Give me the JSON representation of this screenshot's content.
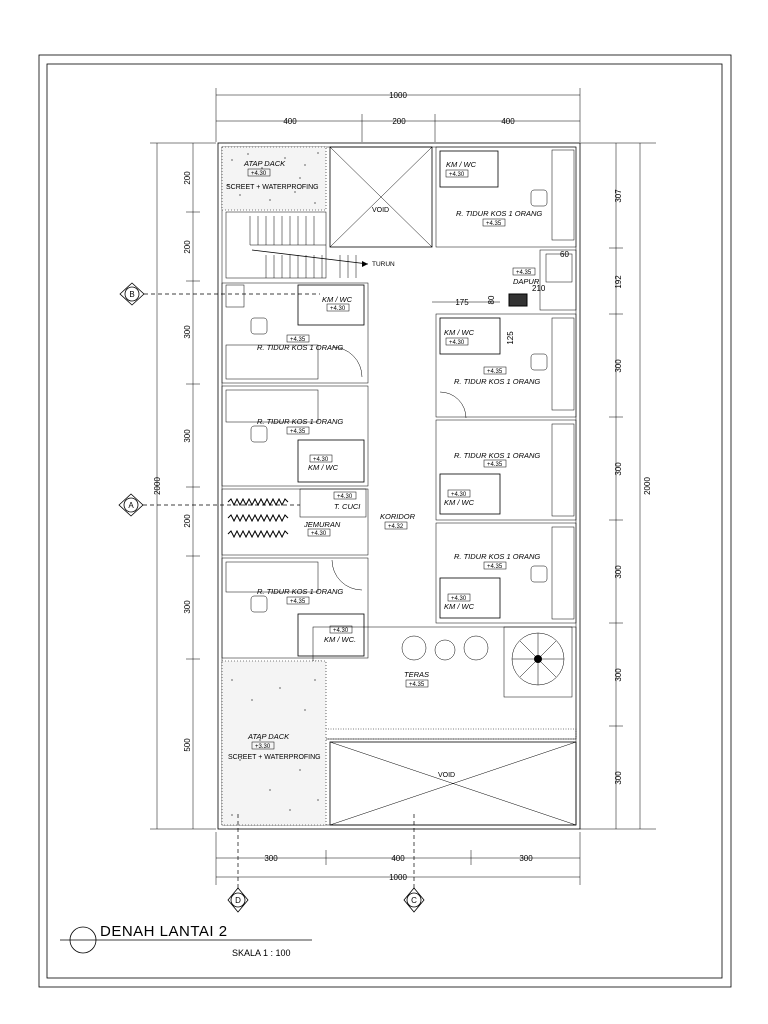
{
  "title": {
    "name": "DENAH LANTAI 2",
    "scale": "SKALA 1 : 100"
  },
  "dimensions": {
    "top_total": "1000",
    "top_segments": [
      "400",
      "200",
      "400"
    ],
    "bottom_segments": [
      "300",
      "400",
      "300"
    ],
    "bottom_total": "1000",
    "left_total": "2000",
    "left_segments": [
      "200",
      "200",
      "300",
      "300",
      "200",
      "300",
      "500"
    ],
    "right_total": "2000",
    "right_segments": [
      "307",
      "192",
      "300",
      "300",
      "300",
      "300",
      "300"
    ],
    "dapur_175": "175",
    "dapur_80": "80",
    "dapur_210": "210",
    "dapur_60": "60",
    "km_125": "125"
  },
  "section_markers": {
    "b": "B",
    "a": "A",
    "d": "D",
    "c": "C"
  },
  "rooms": {
    "atap_dack_top": "ATAP DACK",
    "atap_dack_top_elev": "+4.30",
    "screet_top": "SCREET + WATERPROFING",
    "void_top": "VOID",
    "turun": "TURUN",
    "km_wc_r1": "KM / WC",
    "km_wc_r1_elev": "+4.30",
    "tidur_r1": "R. TIDUR KOS 1  ORANG",
    "tidur_r1_elev": "+4.35",
    "dapur": "DAPUR",
    "dapur_elev": "+4.35",
    "km_wc_l1": "KM / WC",
    "km_wc_l1_elev": "+4.30",
    "tidur_l1": "R. TIDUR KOS 1  ORANG",
    "tidur_l1_elev": "+4.35",
    "km_wc_r2": "KM / WC",
    "km_wc_r2_elev": "+4.30",
    "tidur_r2": "R. TIDUR KOS 1  ORANG",
    "tidur_r2_elev": "+4.35",
    "tidur_l2": "R. TIDUR KOS 1  ORANG",
    "tidur_l2_elev": "+4.35",
    "km_wc_l2": "KM / WC",
    "km_wc_l2_elev": "+4.30",
    "tidur_r3": "R. TIDUR KOS 1  ORANG",
    "tidur_r3_elev": "+4.35",
    "km_wc_r3": "KM / WC",
    "km_wc_r3_elev": "+4.30",
    "t_cuci": "T. CUCI",
    "t_cuci_elev": "+4.30",
    "koridor": "KORIDOR",
    "koridor_elev": "+4.32",
    "jemuran": "JEMURAN",
    "jemuran_elev": "+4.30",
    "tidur_r4": "R. TIDUR KOS 1  ORANG",
    "tidur_r4_elev": "+4.35",
    "km_wc_r4": "KM / WC",
    "km_wc_r4_elev": "+4.30",
    "tidur_l3": "R. TIDUR KOS 1  ORANG",
    "tidur_l3_elev": "+4.35",
    "km_wc_l3": "KM / WC.",
    "km_wc_l3_elev": "+4.30",
    "teras": "TERAS",
    "teras_elev": "+4.35",
    "atap_dack_bot": "ATAP DACK",
    "atap_dack_bot_elev": "+3.30",
    "screet_bot": "SCREET + WATERPROFING",
    "void_bot": "VOID"
  }
}
